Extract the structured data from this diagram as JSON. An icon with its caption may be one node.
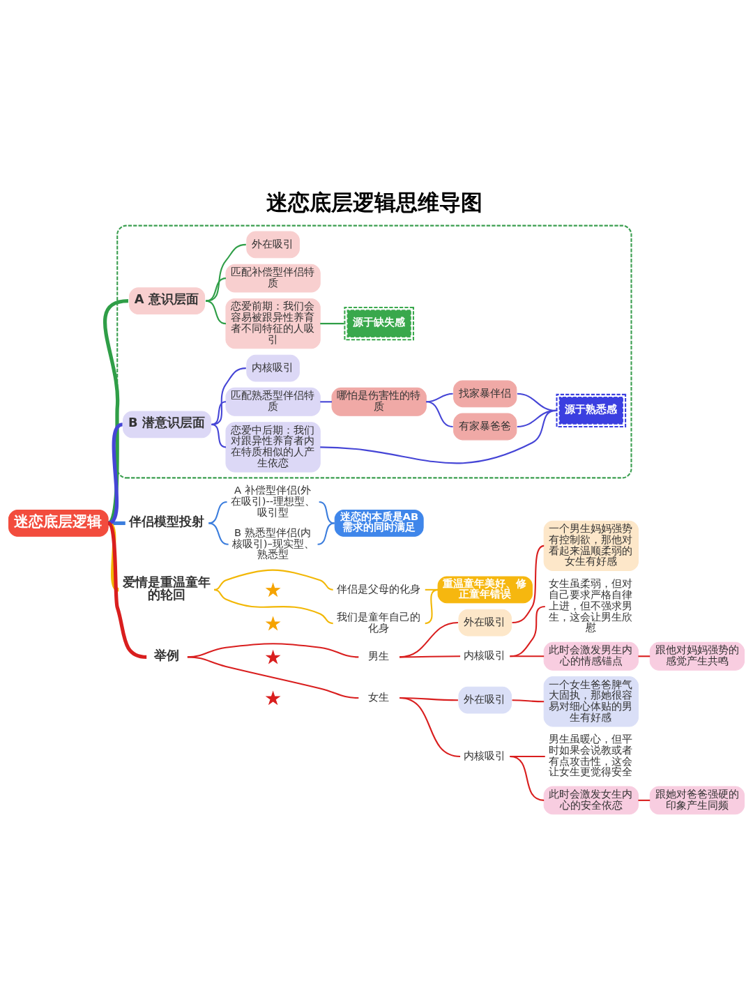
{
  "diagram": {
    "title": "迷恋底层逻辑思维导图",
    "nodes": [
      {
        "text": [
          "迷恋底层逻辑"
        ]
      },
      {
        "text": [
          "伴侣模型投射"
        ]
      },
      {
        "text": [
          "A 补偿型伴侣(外在吸引)--理想型、吸引型"
        ]
      },
      {
        "text": [
          "B 熟悉型伴侣(内核吸引)–现实型、熟悉型"
        ]
      },
      {
        "text": [
          "迷恋的本质是AB需求的同时满足"
        ]
      },
      {
        "text": [
          "爱情是重温童年的轮回"
        ]
      },
      {
        "text": [
          "伴侣是父母的化身"
        ]
      },
      {
        "text": [
          "我们是童年自己的化身"
        ]
      },
      {
        "text": [
          "重温童年美好、修正童年错误"
        ]
      },
      {
        "text": [],
        "shape": "box"
      },
      {
        "text": [
          "A 意识层面"
        ],
        "in": 9
      },
      {
        "text": [
          "恋爱前期：我们会容易被跟异性养育者不同特征的人吸引"
        ],
        "in": 9
      },
      {
        "text": [
          "匹配补偿型伴侣特质"
        ],
        "in": 9
      },
      {
        "text": [
          "外在吸引"
        ],
        "in": 9
      },
      {
        "text": [
          "源于缺失感"
        ],
        "in": 9
      },
      {
        "text": [
          "B 潜意识层面"
        ],
        "in": 9
      },
      {
        "text": [
          "恋爱中后期：我们对跟异性养育者内在特质相似的人产生依恋"
        ],
        "in": 9
      },
      {
        "text": [
          "匹配熟悉型伴侣特质"
        ],
        "in": 9
      },
      {
        "text": [
          "哪怕是伤害性的特质"
        ],
        "in": 9
      },
      {
        "text": [
          "有家暴爸爸"
        ],
        "in": 9
      },
      {
        "text": [
          "找家暴伴侣"
        ],
        "in": 9
      },
      {
        "text": [
          "内核吸引"
        ],
        "in": 9
      },
      {
        "text": [
          "源于熟悉感"
        ],
        "in": 9
      },
      {
        "text": [
          "举例"
        ]
      },
      {
        "text": [
          "男生"
        ]
      },
      {
        "text": [
          "外在吸引"
        ]
      },
      {
        "text": [
          "一个男生妈妈强势有控制欲，那他对看起来温顺柔弱的女生有好感"
        ]
      },
      {
        "text": [
          "内核吸引"
        ]
      },
      {
        "text": [
          "女生虽柔弱，但对自己要求严格自律上进，但不强求男生，这会让男生欣慰"
        ]
      },
      {
        "text": [
          "此时会激发男生内心的情感锚点"
        ]
      },
      {
        "text": [
          "跟他对妈妈强势的感觉产生共鸣"
        ]
      },
      {
        "text": [
          "女生"
        ]
      },
      {
        "text": [
          "外在吸引"
        ]
      },
      {
        "text": [
          "一个女生爸爸脾气大固执，那她很容易对细心体贴的男生有好感"
        ]
      },
      {
        "text": [
          "内核吸引"
        ]
      },
      {
        "text": [
          "男生虽暖心，但平时如果会说教或者有点攻击性，这会让女生更觉得安全"
        ]
      },
      {
        "text": [
          "此时会激发女生内心的安全依恋"
        ]
      },
      {
        "text": [
          "跟她对爸爸强硬的印象产生同频"
        ]
      }
    ],
    "edges": [
      {
        "from": 0,
        "to": 1,
        "arrow": "none",
        "style": "thick",
        "color": "#3b7ddd"
      },
      {
        "from": 1,
        "to": 2,
        "arrow": "none",
        "color": "#3b7ddd"
      },
      {
        "from": 1,
        "to": 3,
        "arrow": "none",
        "color": "#3b7ddd"
      },
      {
        "from": 2,
        "to": 4,
        "arrow": "none",
        "color": "#3b7ddd"
      },
      {
        "from": 3,
        "to": 4,
        "arrow": "none",
        "color": "#3b7ddd"
      },
      {
        "from": 0,
        "to": 5,
        "arrow": "none",
        "style": "thick",
        "color": "#f2b705"
      },
      {
        "from": 5,
        "to": 6,
        "arrow": "none",
        "color": "#f2b705"
      },
      {
        "from": 5,
        "to": 7,
        "arrow": "none",
        "color": "#f2b705"
      },
      {
        "from": 6,
        "to": 8,
        "arrow": "none",
        "color": "#f2b705"
      },
      {
        "from": 7,
        "to": 8,
        "arrow": "none",
        "color": "#f2b705"
      },
      {
        "from": 0,
        "to": 10,
        "arrow": "none",
        "style": "thick",
        "color": "#2f9e47"
      },
      {
        "from": 10,
        "to": 11,
        "arrow": "none",
        "color": "#2f9e47"
      },
      {
        "from": 10,
        "to": 12,
        "arrow": "none",
        "color": "#2f9e47"
      },
      {
        "from": 10,
        "to": 13,
        "arrow": "none",
        "color": "#2f9e47"
      },
      {
        "from": 11,
        "to": 14,
        "arrow": "none",
        "color": "#2f9e47"
      },
      {
        "from": 0,
        "to": 15,
        "arrow": "none",
        "style": "thick",
        "color": "#4545d6"
      },
      {
        "from": 15,
        "to": 16,
        "arrow": "none",
        "color": "#4545d6"
      },
      {
        "from": 15,
        "to": 17,
        "arrow": "none",
        "color": "#4545d6"
      },
      {
        "from": 15,
        "to": 21,
        "arrow": "none",
        "color": "#4545d6"
      },
      {
        "from": 17,
        "to": 18,
        "arrow": "none",
        "color": "#4545d6"
      },
      {
        "from": 18,
        "to": 19,
        "arrow": "none",
        "color": "#4545d6"
      },
      {
        "from": 18,
        "to": 20,
        "arrow": "none",
        "color": "#4545d6"
      },
      {
        "from": 16,
        "to": 22,
        "arrow": "none",
        "color": "#4545d6"
      },
      {
        "from": 19,
        "to": 22,
        "arrow": "none",
        "color": "#4545d6"
      },
      {
        "from": 20,
        "to": 22,
        "arrow": "none",
        "color": "#4545d6"
      },
      {
        "from": 0,
        "to": 23,
        "arrow": "none",
        "style": "thick"
      },
      {
        "from": 23,
        "to": 24,
        "arrow": "none"
      },
      {
        "from": 23,
        "to": 31,
        "arrow": "none"
      },
      {
        "from": 24,
        "to": 25,
        "arrow": "none"
      },
      {
        "from": 24,
        "to": 27,
        "arrow": "none"
      },
      {
        "from": 25,
        "to": 26,
        "arrow": "none"
      },
      {
        "from": 27,
        "to": 28,
        "arrow": "none"
      },
      {
        "from": 27,
        "to": 29,
        "arrow": "none"
      },
      {
        "from": 29,
        "to": 30,
        "arrow": "none"
      },
      {
        "from": 31,
        "to": 32,
        "arrow": "none"
      },
      {
        "from": 31,
        "to": 34,
        "arrow": "none"
      },
      {
        "from": 32,
        "to": 33,
        "arrow": "none"
      },
      {
        "from": 34,
        "to": 35,
        "arrow": "none"
      },
      {
        "from": 34,
        "to": 36,
        "arrow": "none"
      },
      {
        "from": 36,
        "to": 37,
        "arrow": "none"
      }
    ]
  }
}
